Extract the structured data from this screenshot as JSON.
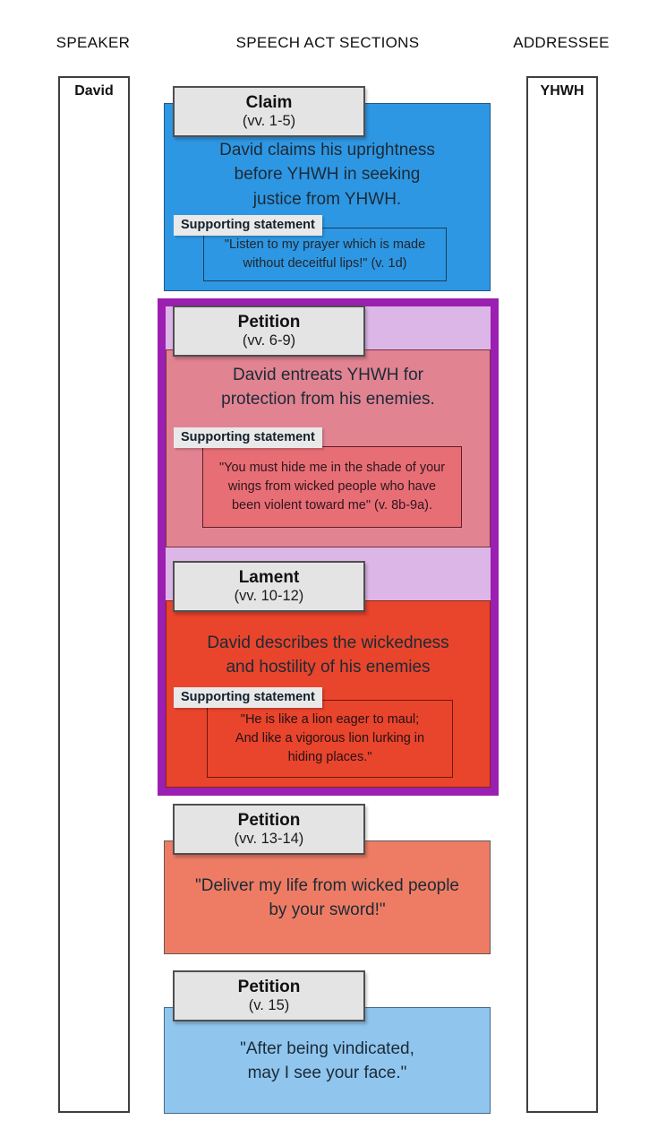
{
  "header": {
    "speaker_label": "SPEAKER",
    "sections_label": "SPEECH ACT SECTIONS",
    "addressee_label": "ADDRESSEE"
  },
  "speaker": {
    "name": "David"
  },
  "addressee": {
    "name": "YHWH"
  },
  "sections": {
    "claim": {
      "title": "Claim",
      "verses": "(vv. 1-5)",
      "body": "David claims his uprightness\nbefore YHWH in seeking\njustice from YHWH.",
      "supporting_label": "Supporting statement",
      "quote": "\"Listen to my prayer which is made\nwithout deceitful lips!\" (v. 1d)"
    },
    "petition_6_9": {
      "title": "Petition",
      "verses": "(vv. 6-9)",
      "body": "David entreats YHWH for\nprotection from his enemies.",
      "supporting_label": "Supporting statement",
      "quote": "\"You must hide me in the shade of your\nwings from wicked people who have\nbeen violent toward me\" (v. 8b-9a)."
    },
    "lament": {
      "title": "Lament",
      "verses": "(vv. 10-12)",
      "body": "David describes the wickedness\nand hostility of his enemies",
      "supporting_label": "Supporting statement",
      "quote": "\"He is like a lion eager to maul;\nAnd like a vigorous lion lurking in\nhiding places.\""
    },
    "petition_13_14": {
      "title": "Petition",
      "verses": "(vv. 13-14)",
      "body": "\"Deliver my life from wicked people\nby your sword!\""
    },
    "petition_15": {
      "title": "Petition",
      "verses": "(v. 15)",
      "body": "\"After being vindicated,\nmay I see your face.\""
    }
  },
  "palette": {
    "claim_blue": "#2e97e3",
    "petition_pink": "#e18391",
    "petition_pink_inner": "#e86e76",
    "lament_red": "#e9442c",
    "petition_salmon": "#ee7c64",
    "petition_lightblue": "#90c6ee",
    "group_border_purple": "#9b1fb0",
    "group_lavender": "#ddb6e8",
    "header_gray": "#e4e4e4"
  }
}
